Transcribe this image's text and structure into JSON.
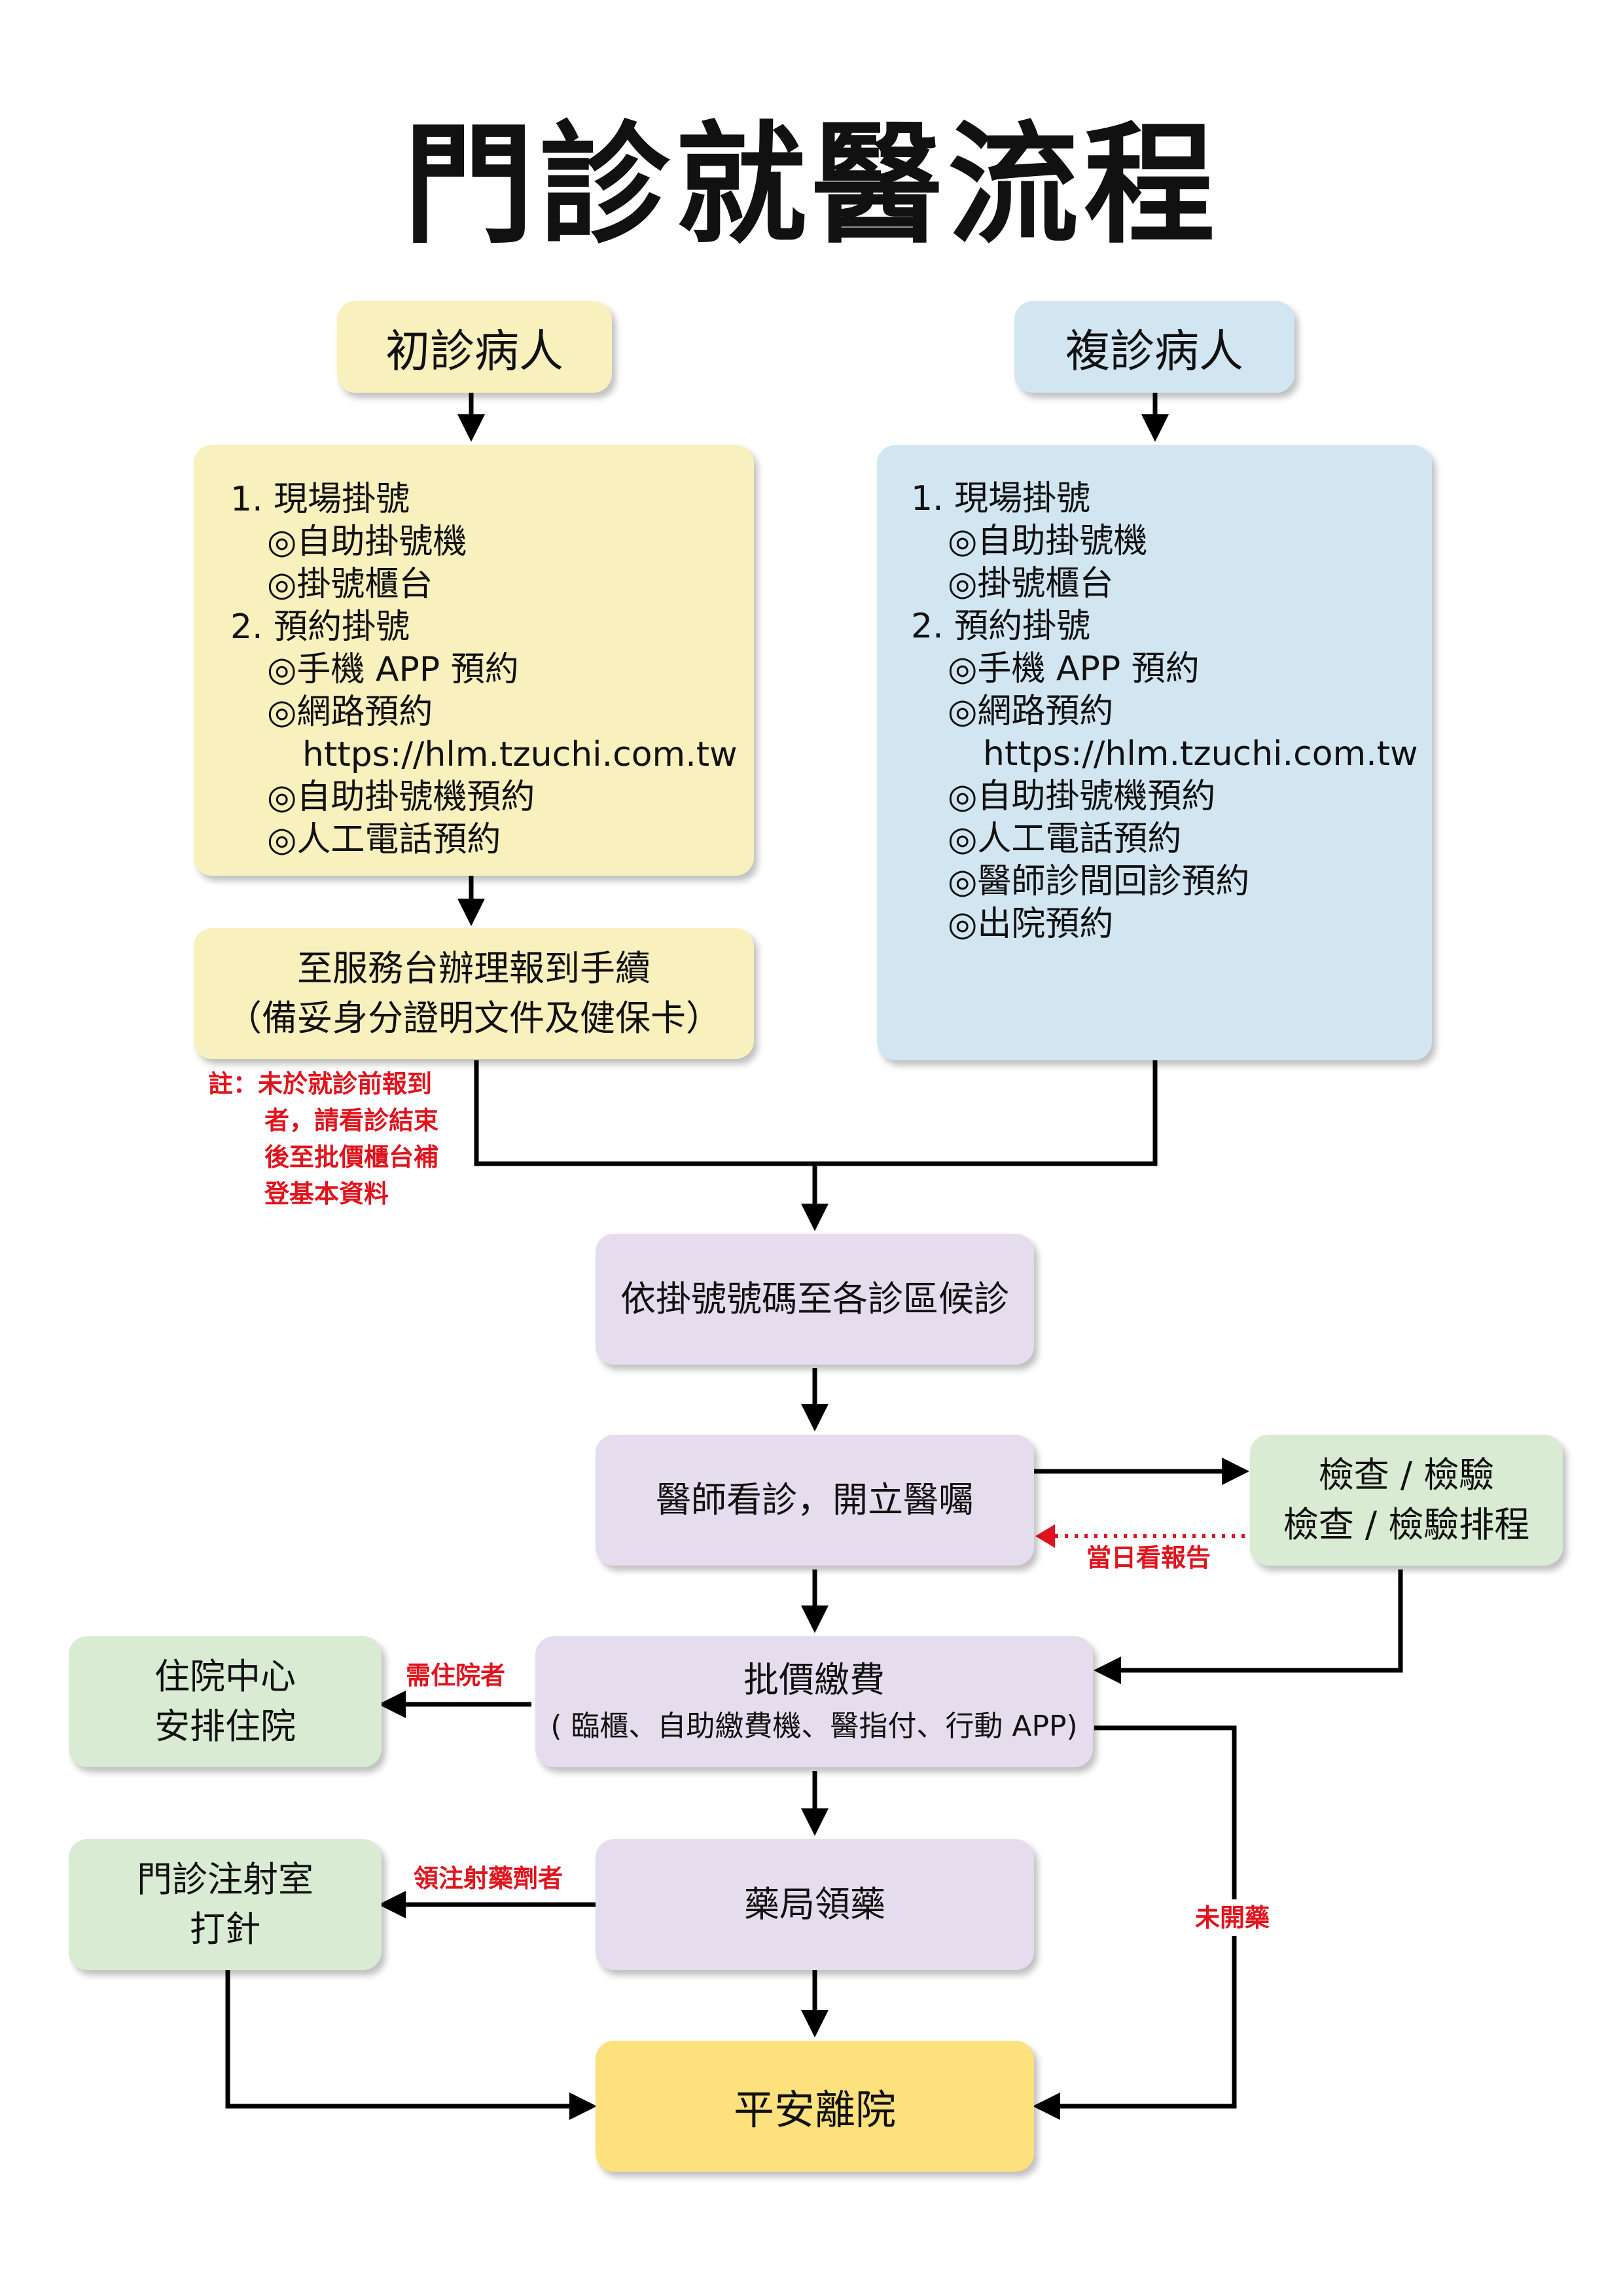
{
  "title": "門診就醫流程",
  "first_visit": {
    "header": "初診病人",
    "lines": [
      "1. 現場掛號",
      "◎自助掛號機",
      "◎掛號櫃台",
      "2. 預約掛號",
      "◎手機 APP 預約",
      "◎網路預約",
      "https://hlm.tzuchi.com.tw",
      "◎自助掛號機預約",
      "◎人工電話預約"
    ],
    "checkin_line1": "至服務台辦理報到手續",
    "checkin_line2": "（備妥身分證明文件及健保卡）",
    "note_lines": [
      "註：未於就診前報到",
      "者，請看診結束",
      "後至批價櫃台補",
      "登基本資料"
    ]
  },
  "return_visit": {
    "header": "複診病人",
    "lines": [
      "1. 現場掛號",
      "◎自助掛號機",
      "◎掛號櫃台",
      "2. 預約掛號",
      "◎手機 APP 預約",
      "◎網路預約",
      "https://hlm.tzuchi.com.tw",
      "◎自助掛號機預約",
      "◎人工電話預約",
      "◎醫師診間回診預約",
      "◎出院預約"
    ]
  },
  "steps": {
    "wait": "依掛號號碼至各診區候診",
    "doctor": "醫師看診，開立醫囑",
    "exam_line1": "檢查 / 檢驗",
    "exam_line2": "檢查 / 檢驗排程",
    "report_label": "當日看報告",
    "billing_line1": "批價繳費",
    "billing_line2": "( 臨櫃、自助繳費機、醫指付、行動 APP)",
    "admission_line1": "住院中心",
    "admission_line2": "安排住院",
    "admission_label": "需住院者",
    "pharmacy": "藥局領藥",
    "injection_line1": "門診注射室",
    "injection_line2": "打針",
    "injection_label": "領注射藥劑者",
    "no_medicine_label": "未開藥",
    "exit": "平安離院"
  },
  "colors": {
    "yellow": "#f8f0bd",
    "blue": "#d2e6f2",
    "purple": "#e5dded",
    "green": "#d9ebd3",
    "gold": "#fce17c",
    "annotation_red": "#e0141e"
  }
}
